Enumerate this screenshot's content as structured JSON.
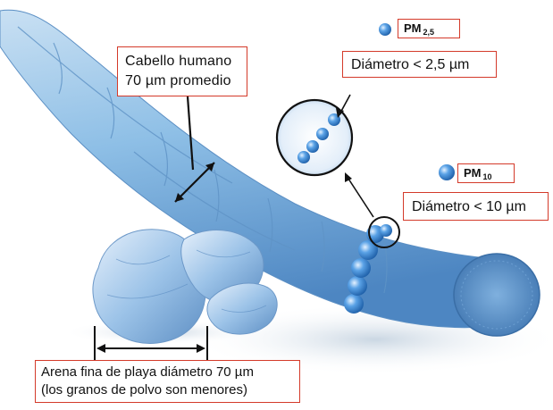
{
  "labels": {
    "hair_line1": "Cabello humano",
    "hair_line2": "70 µm promedio",
    "pm25_main": "PM",
    "pm25_sub": "2,5",
    "pm25_diameter": "Diámetro < 2,5 µm",
    "pm10_main": "PM",
    "pm10_sub": "10",
    "pm10_diameter": "Diámetro < 10 µm",
    "sand_line1": "Arena fina de playa diámetro 70 µm",
    "sand_line2": "(los granos de polvo son menores)"
  },
  "colors": {
    "hair": "#7fb4e0",
    "hair_shadow": "#4f86bd",
    "particle": "#3b88d6",
    "label_border": "#d43a2a"
  }
}
